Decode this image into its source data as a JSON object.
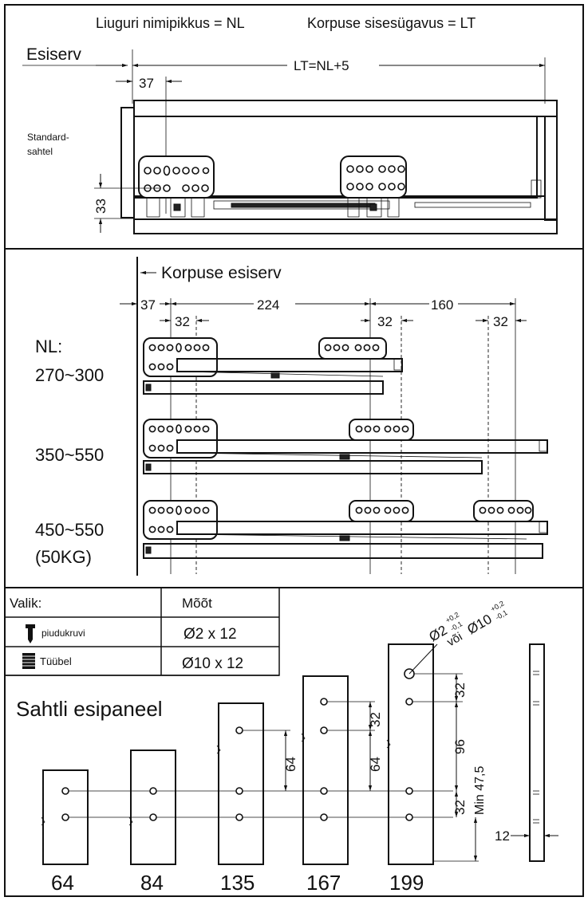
{
  "header": {
    "nl_def": "Liuguri nimipikkus = NL",
    "lt_def": "Korpuse sisesügavus  = LT"
  },
  "top_view": {
    "front_edge_label": "Esiserv",
    "lt_formula": "LT=NL+5",
    "dim_37": "37",
    "dim_33": "33",
    "drawer_label_1": "Standard-",
    "drawer_label_2": "sahtel"
  },
  "middle_view": {
    "cabinet_front_label": "Korpuse esiserv",
    "dim_37": "37",
    "dim_224": "224",
    "dim_160": "160",
    "dim_32": "32",
    "nl_label": "NL:",
    "ranges": [
      "270~300",
      "350~550",
      "450~550",
      "(50KG)"
    ]
  },
  "table": {
    "header_option": "Valik:",
    "header_size": "Mõõt",
    "rows": [
      {
        "name": "piudukruvi",
        "size": "Ø2 x 12",
        "icon": "screw-icon"
      },
      {
        "name": "Tüübel",
        "size": "Ø10 x 12",
        "icon": "dowel-icon"
      }
    ]
  },
  "panel": {
    "title": "Sahtli esipaneel",
    "widths": [
      "64",
      "84",
      "135",
      "167",
      "199"
    ],
    "dim_32": "32",
    "dim_64": "64",
    "dim_96": "96",
    "min_label": "Min 47,5",
    "hole_label_1": "Ø2",
    "hole_tol_1a": "+0,2",
    "hole_tol_1b": "-0,1",
    "hole_or": "või",
    "hole_label_2": "Ø10",
    "hole_tol_2a": "+0,2",
    "hole_tol_2b": "-0,1",
    "dim_12": "12"
  }
}
